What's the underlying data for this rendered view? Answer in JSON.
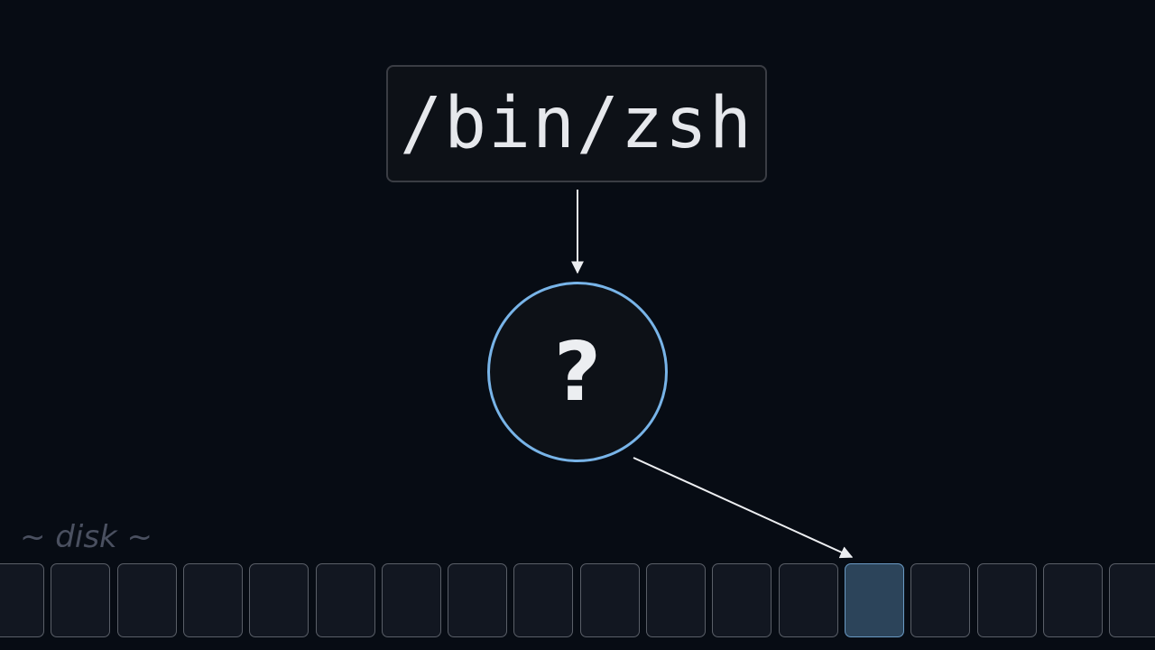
{
  "path": {
    "text": "/bin/zsh"
  },
  "lookup_node": {
    "label": "?"
  },
  "disk": {
    "label": "~ disk ~",
    "block_count": 18,
    "highlighted_block_index": 13
  },
  "colors": {
    "background": "#070c14",
    "node_border": "#78b4e8",
    "highlight_block": "#2c445a",
    "arrow": "#eceef1"
  }
}
